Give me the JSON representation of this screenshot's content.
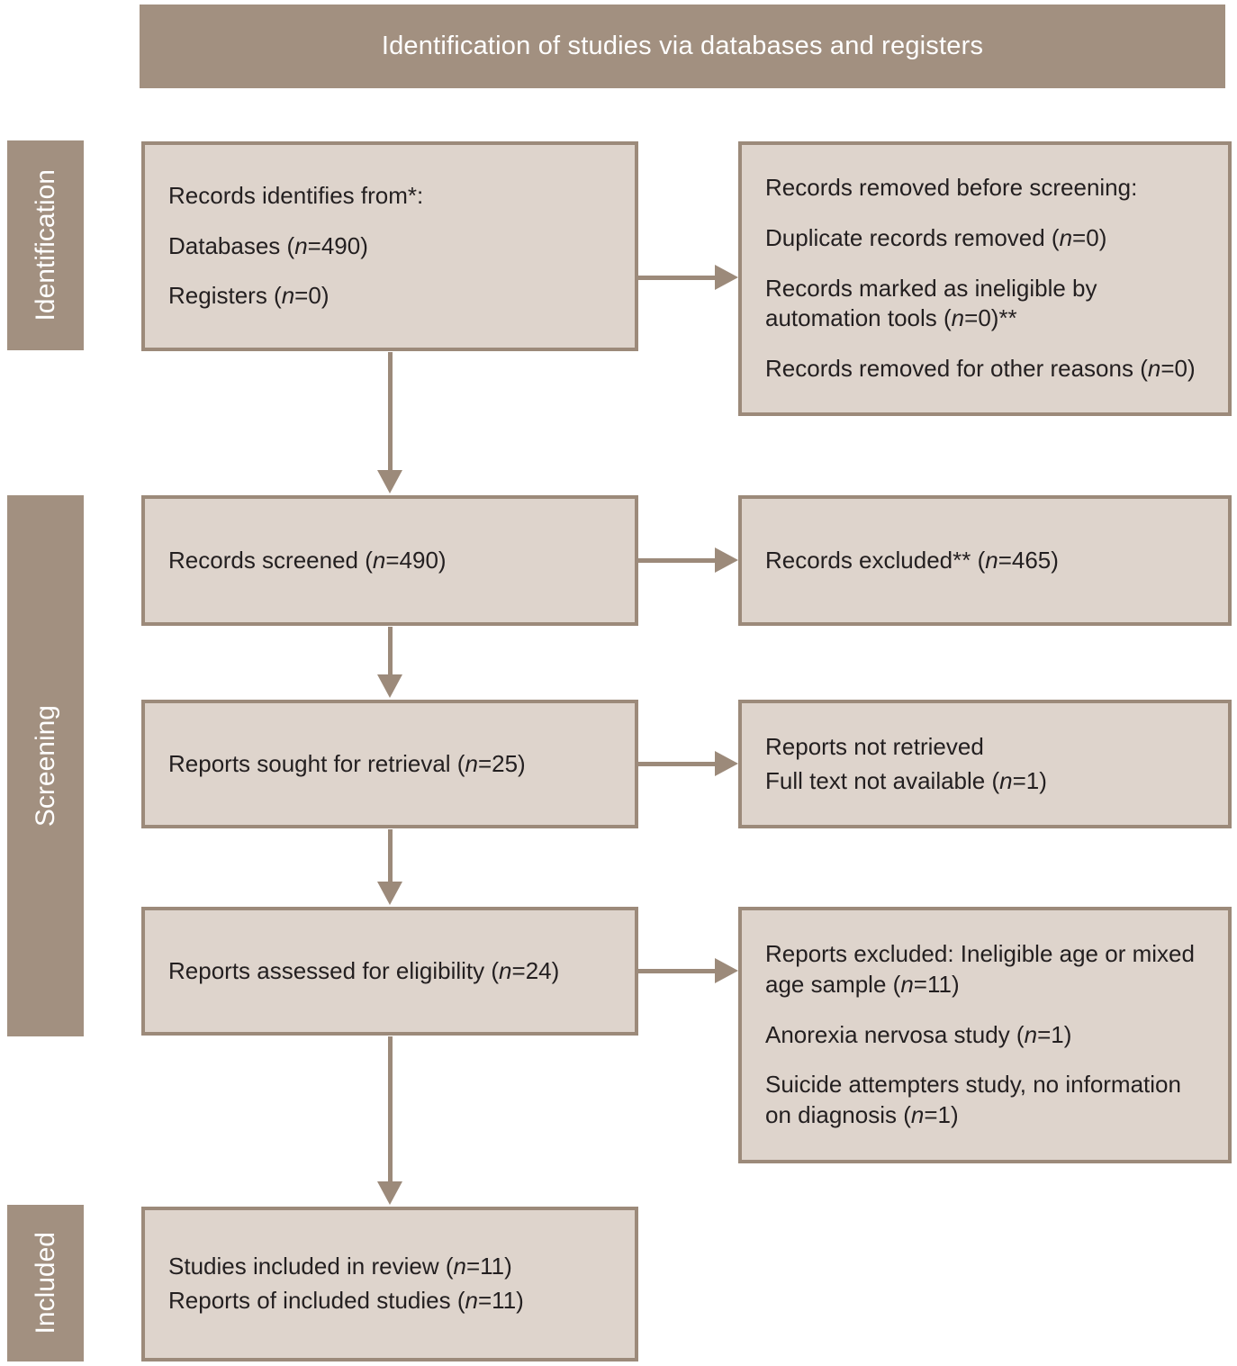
{
  "title": "Identification of studies via databases and registers",
  "stages": [
    {
      "label": "Identification"
    },
    {
      "label": "Screening"
    },
    {
      "label": "Included"
    }
  ],
  "boxes": {
    "records_identified": {
      "lines": [
        [
          "Records identifies from*:"
        ],
        [
          "Databases (",
          {
            "i": "n"
          },
          "=490)"
        ],
        [
          "Registers (",
          {
            "i": "n"
          },
          "=0)"
        ]
      ]
    },
    "records_removed": {
      "lines": [
        [
          "Records removed before screening:"
        ],
        [
          "Duplicate records removed (",
          {
            "i": "n"
          },
          "=0)"
        ],
        [
          "Records marked as ineligible by automation tools (",
          {
            "i": "n"
          },
          "=0)**"
        ],
        [
          "Records removed for other reasons (",
          {
            "i": "n"
          },
          "=0)"
        ]
      ]
    },
    "records_screened": {
      "lines": [
        [
          "Records screened (",
          {
            "i": "n"
          },
          "=490)"
        ]
      ]
    },
    "records_excluded": {
      "lines": [
        [
          "Records excluded** (",
          {
            "i": "n"
          },
          "=465)"
        ]
      ]
    },
    "reports_sought": {
      "lines": [
        [
          "Reports sought for retrieval (",
          {
            "i": "n"
          },
          "=25)"
        ]
      ]
    },
    "reports_not_retrieved": {
      "lines": [
        [
          "Reports not retrieved"
        ],
        [
          "Full text not available (",
          {
            "i": "n"
          },
          "=1)"
        ]
      ]
    },
    "reports_assessed": {
      "lines": [
        [
          "Reports assessed for eligibility (",
          {
            "i": "n"
          },
          "=24)"
        ]
      ]
    },
    "reports_excluded": {
      "lines": [
        [
          "Reports excluded: Ineligible age or mixed age sample (",
          {
            "i": "n"
          },
          "=11)"
        ],
        [
          "Anorexia nervosa study (",
          {
            "i": "n"
          },
          "=1)"
        ],
        [
          "Suicide attempters study, no information on diagnosis (",
          {
            "i": "n"
          },
          "=1)"
        ]
      ]
    },
    "studies_included": {
      "lines": [
        [
          "Studies included in review (",
          {
            "i": "n"
          },
          "=11)"
        ],
        [
          "Reports of included studies (",
          {
            "i": "n"
          },
          "=11)"
        ]
      ]
    }
  },
  "colors": {
    "band": "#a29080",
    "band_text": "#ffffff",
    "box_fill": "#ded4cc",
    "box_border": "#9c8a7a",
    "arrow": "#9c8a7a",
    "text": "#231f20"
  }
}
